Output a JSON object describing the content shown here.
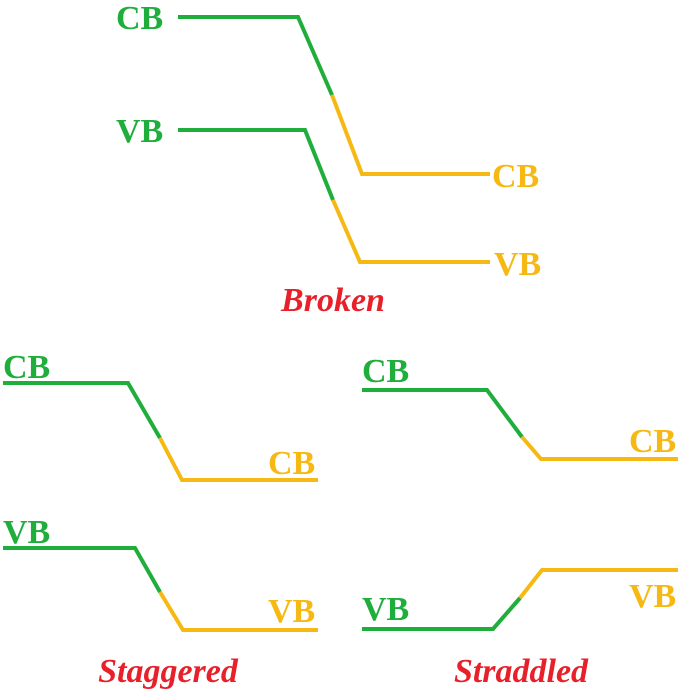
{
  "colors": {
    "material_a": "#1fae3c",
    "material_b": "#f6b914",
    "caption": "#e8202a",
    "background": "#ffffff"
  },
  "band_labels": {
    "cb": "CB",
    "vb": "VB"
  },
  "panels": {
    "broken": {
      "caption": "Broken"
    },
    "staggered": {
      "caption": "Staggered"
    },
    "straddled": {
      "caption": "Straddled"
    }
  }
}
